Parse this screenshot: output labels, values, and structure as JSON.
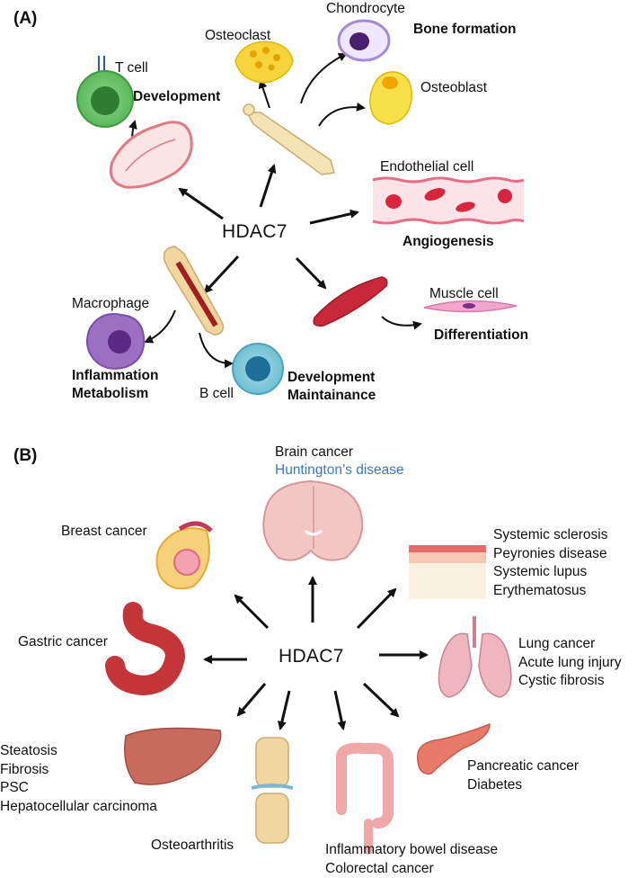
{
  "panel_a": {
    "label": "(A)",
    "hub": "HDAC7",
    "cells": {
      "t_cell": "T cell",
      "osteoclast": "Osteoclast",
      "chondrocyte": "Chondrocyte",
      "osteoblast": "Osteoblast",
      "endothelial": "Endothelial cell",
      "macrophage": "Macrophage",
      "b_cell": "B cell",
      "muscle": "Muscle cell"
    },
    "roles": {
      "development": "Development",
      "bone_formation": "Bone formation",
      "angiogenesis": "Angiogenesis",
      "differentiation": "Differentiation",
      "inflammation": "Inflammation",
      "metabolism": "Metabolism",
      "b_development": "Development",
      "b_maintainance": "Maintainance"
    }
  },
  "panel_b": {
    "label": "(B)",
    "hub": "HDAC7",
    "brain": [
      "Brain cancer",
      "Huntington’s disease"
    ],
    "breast": "Breast cancer",
    "skin": [
      "Systemic sclerosis",
      "Peyronies disease",
      "Systemic lupus",
      "Erythematosus"
    ],
    "gastric": "Gastric cancer",
    "lung": [
      "Lung cancer",
      "Acute lung injury",
      "Cystic fibrosis"
    ],
    "liver": [
      "Steatosis",
      "Fibrosis",
      "PSC",
      "Hepatocellular carcinoma"
    ],
    "joint": "Osteoarthritis",
    "bowel": [
      "Inflammatory bowel disease",
      "Colorectal cancer"
    ],
    "pancreas": [
      "Pancreatic cancer",
      "Diabetes"
    ]
  },
  "colors": {
    "accent_blue": "#3a78c3",
    "arrow": "#111111"
  }
}
